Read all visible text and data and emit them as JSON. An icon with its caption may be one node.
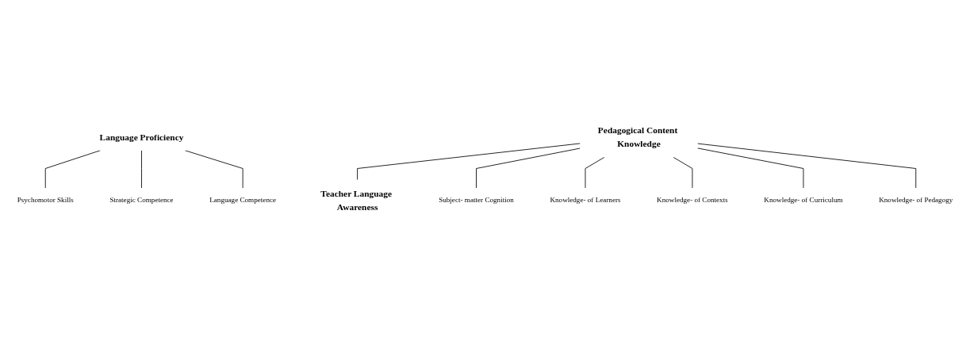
{
  "diagram": {
    "nodes": [
      {
        "text": [
          "Language Proficiency"
        ]
      },
      {
        "text": [
          "Pedagogical Content Knowledge"
        ]
      },
      {
        "text": [
          "Teacher Language Awareness"
        ]
      },
      {
        "text": [
          "Strategic Competence"
        ]
      },
      {
        "text": [
          "Language Competence"
        ]
      },
      {
        "text": [
          "Subject- matter Cognition"
        ]
      },
      {
        "text": [
          "Knowledge- of Learners"
        ]
      },
      {
        "text": [
          "Knowledge- of Contexts"
        ]
      },
      {
        "text": [
          "Knowledge- of Curriculum"
        ]
      },
      {
        "text": [
          "Knowledge- of Pedagogy"
        ]
      },
      {
        "text": [
          "Psychomotor Skills"
        ]
      }
    ],
    "edges": [
      {
        "from": 0,
        "to": 10,
        "arrow": "none"
      },
      {
        "from": 0,
        "to": 3,
        "arrow": "none"
      },
      {
        "from": 0,
        "to": 4,
        "arrow": "none"
      },
      {
        "from": 1,
        "to": 2,
        "arrow": "none"
      },
      {
        "from": 1,
        "to": 5,
        "arrow": "none"
      },
      {
        "from": 1,
        "to": 6,
        "arrow": "none"
      },
      {
        "from": 1,
        "to": 7,
        "arrow": "none"
      },
      {
        "from": 1,
        "to": 8,
        "arrow": "none"
      },
      {
        "from": 1,
        "to": 9,
        "arrow": "none"
      }
    ]
  }
}
